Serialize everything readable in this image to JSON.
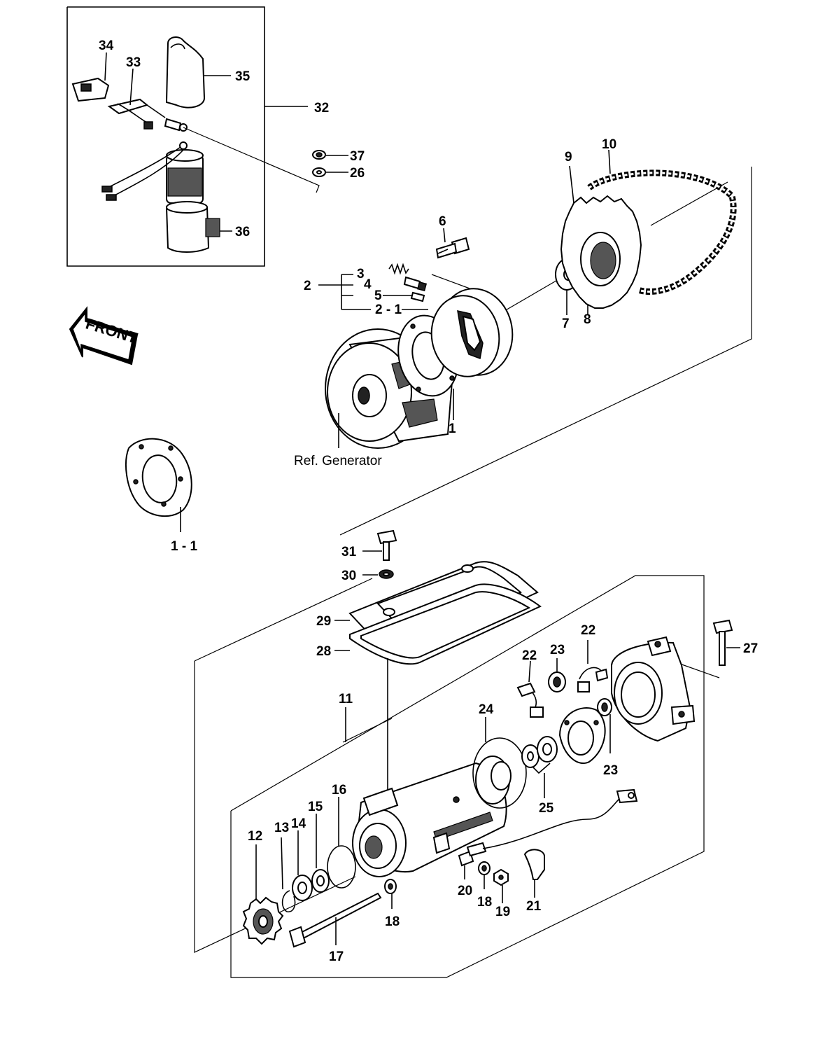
{
  "labels": {
    "p1": "1",
    "p1_1": "1 - 1",
    "p2": "2",
    "p2_1": "2 - 1",
    "p3": "3",
    "p4": "4",
    "p5": "5",
    "p6": "6",
    "p7": "7",
    "p8": "8",
    "p9": "9",
    "p10": "10",
    "p11": "11",
    "p12": "12",
    "p13": "13",
    "p14": "14",
    "p15": "15",
    "p16": "16",
    "p17": "17",
    "p18a": "18",
    "p18b": "18",
    "p19": "19",
    "p20": "20",
    "p21": "21",
    "p22a": "22",
    "p22b": "22",
    "p23a": "23",
    "p23b": "23",
    "p24": "24",
    "p25": "25",
    "p26": "26",
    "p27": "27",
    "p28": "28",
    "p29": "29",
    "p30": "30",
    "p31": "31",
    "p32": "32",
    "p33": "33",
    "p34": "34",
    "p35": "35",
    "p36": "36",
    "p37": "37"
  },
  "ref_generator": "Ref. Generator",
  "front_arrow": "FRONT"
}
